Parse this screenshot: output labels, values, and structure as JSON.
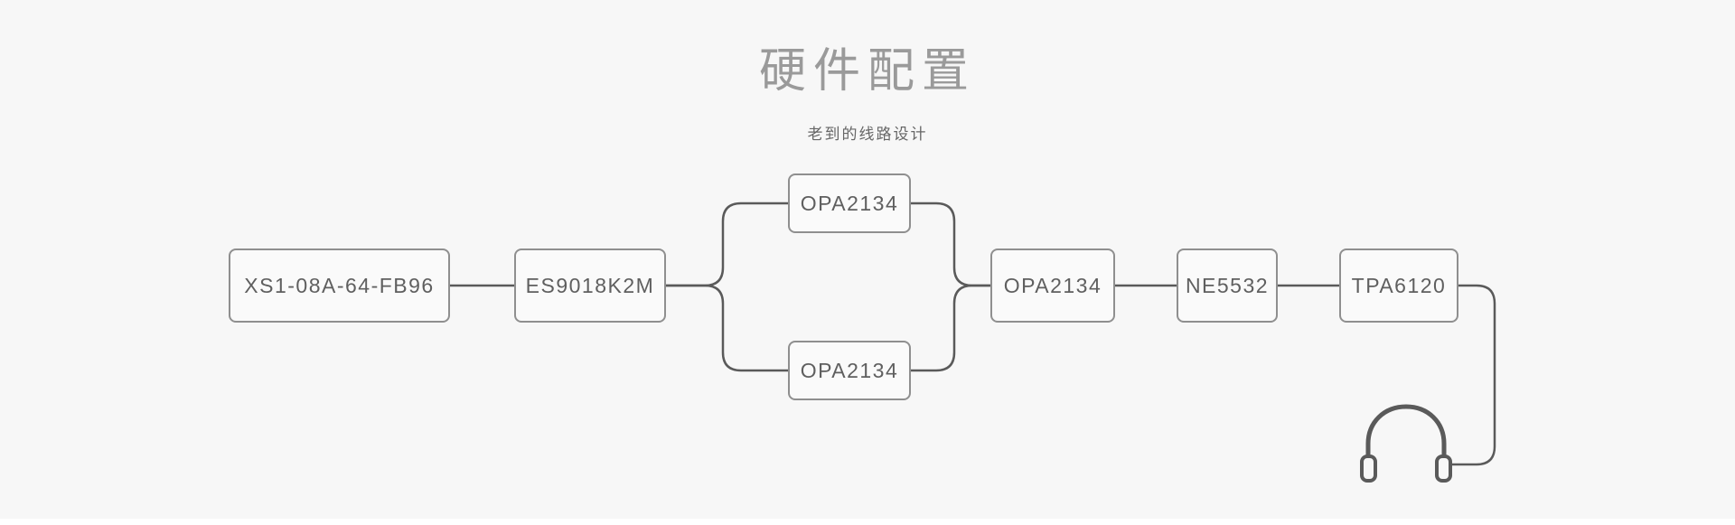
{
  "page": {
    "title": "硬件配置",
    "subtitle": "老到的线路设计"
  },
  "diagram": {
    "nodes": [
      {
        "id": "source",
        "label": "XS1-08A-64-FB96"
      },
      {
        "id": "dac",
        "label": "ES9018K2M"
      },
      {
        "id": "opamp_top",
        "label": "OPA2134"
      },
      {
        "id": "opamp_bottom",
        "label": "OPA2134"
      },
      {
        "id": "opamp_main",
        "label": "OPA2134"
      },
      {
        "id": "buffer",
        "label": "NE5532"
      },
      {
        "id": "amp",
        "label": "TPA6120"
      }
    ],
    "icons": [
      {
        "name": "headphones-icon"
      }
    ],
    "colors": {
      "background": "#f7f7f7",
      "line": "#5a5a5a",
      "box_border": "#8f8f8f",
      "box_fill": "#fafafa",
      "box_text": "#5f5f5f",
      "title": "#9a9a9a",
      "subtitle": "#666666"
    }
  }
}
